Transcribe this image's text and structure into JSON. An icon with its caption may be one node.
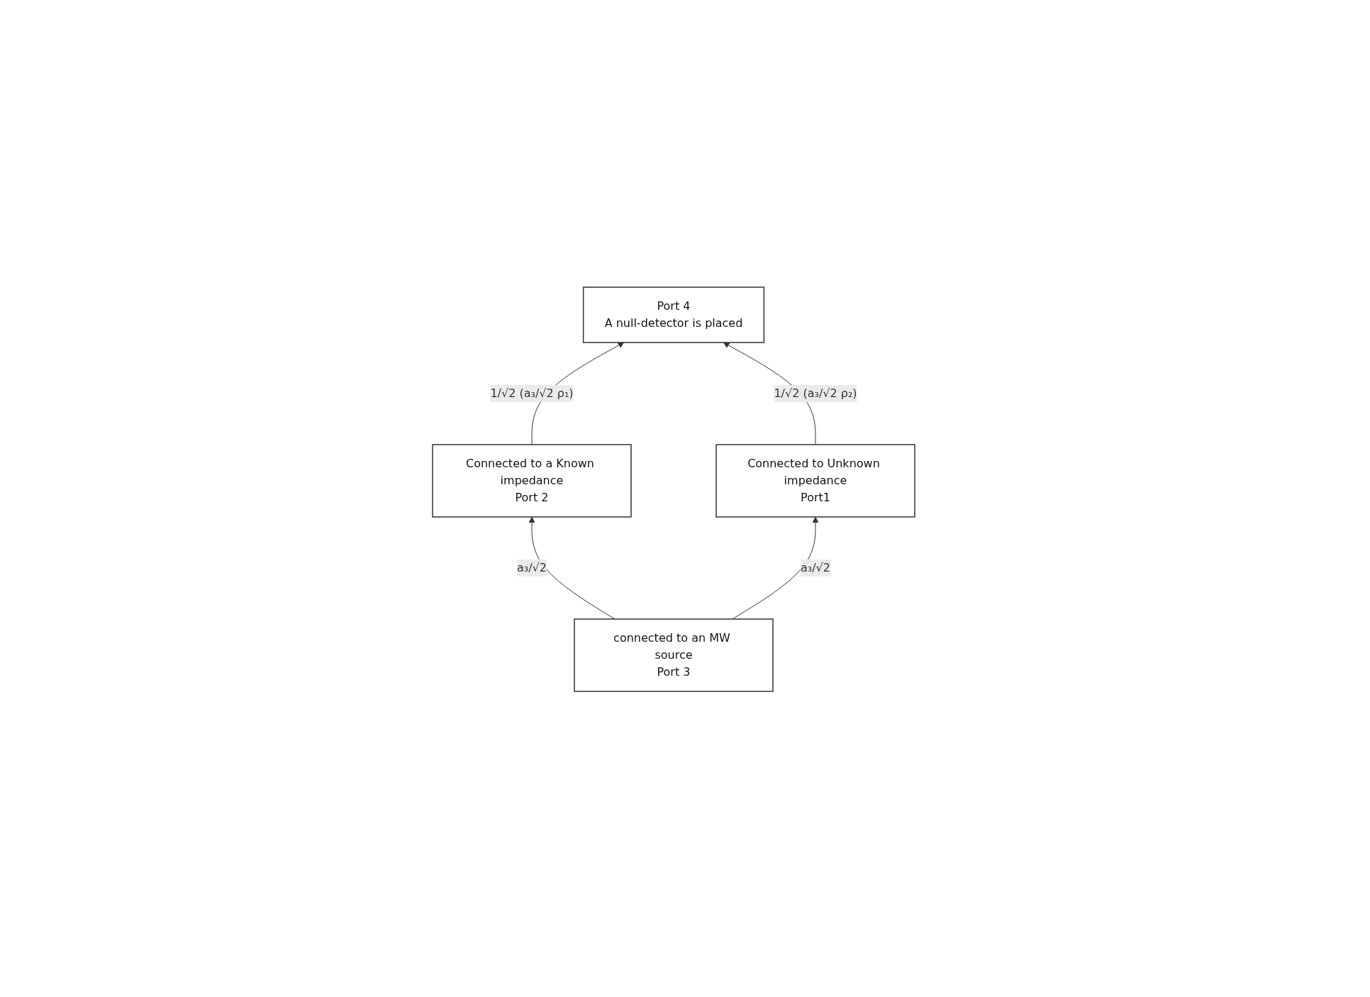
{
  "diagram": {
    "nodes": [
      {
        "text": [
          "Port 4",
          "A null-detector is placed"
        ]
      },
      {
        "text": [
          "Connected to a Known impedance",
          "Port 2"
        ]
      },
      {
        "text": [
          "Connected to Unknown impedance",
          "Port1"
        ]
      },
      {
        "text": [
          "connected to an MW source",
          "Port 3"
        ]
      }
    ],
    "edges": [
      {
        "from": 1,
        "to": 0,
        "arrow": "to",
        "label": "1/√2 (a₃/√2 ρ₁)"
      },
      {
        "from": 2,
        "to": 0,
        "arrow": "to",
        "label": "1/√2 (a₃/√2 ρ₂)"
      },
      {
        "from": 3,
        "to": 1,
        "arrow": "to",
        "label": "a₃/√2"
      },
      {
        "from": 3,
        "to": 2,
        "arrow": "to",
        "label": "a₃/√2"
      }
    ]
  }
}
